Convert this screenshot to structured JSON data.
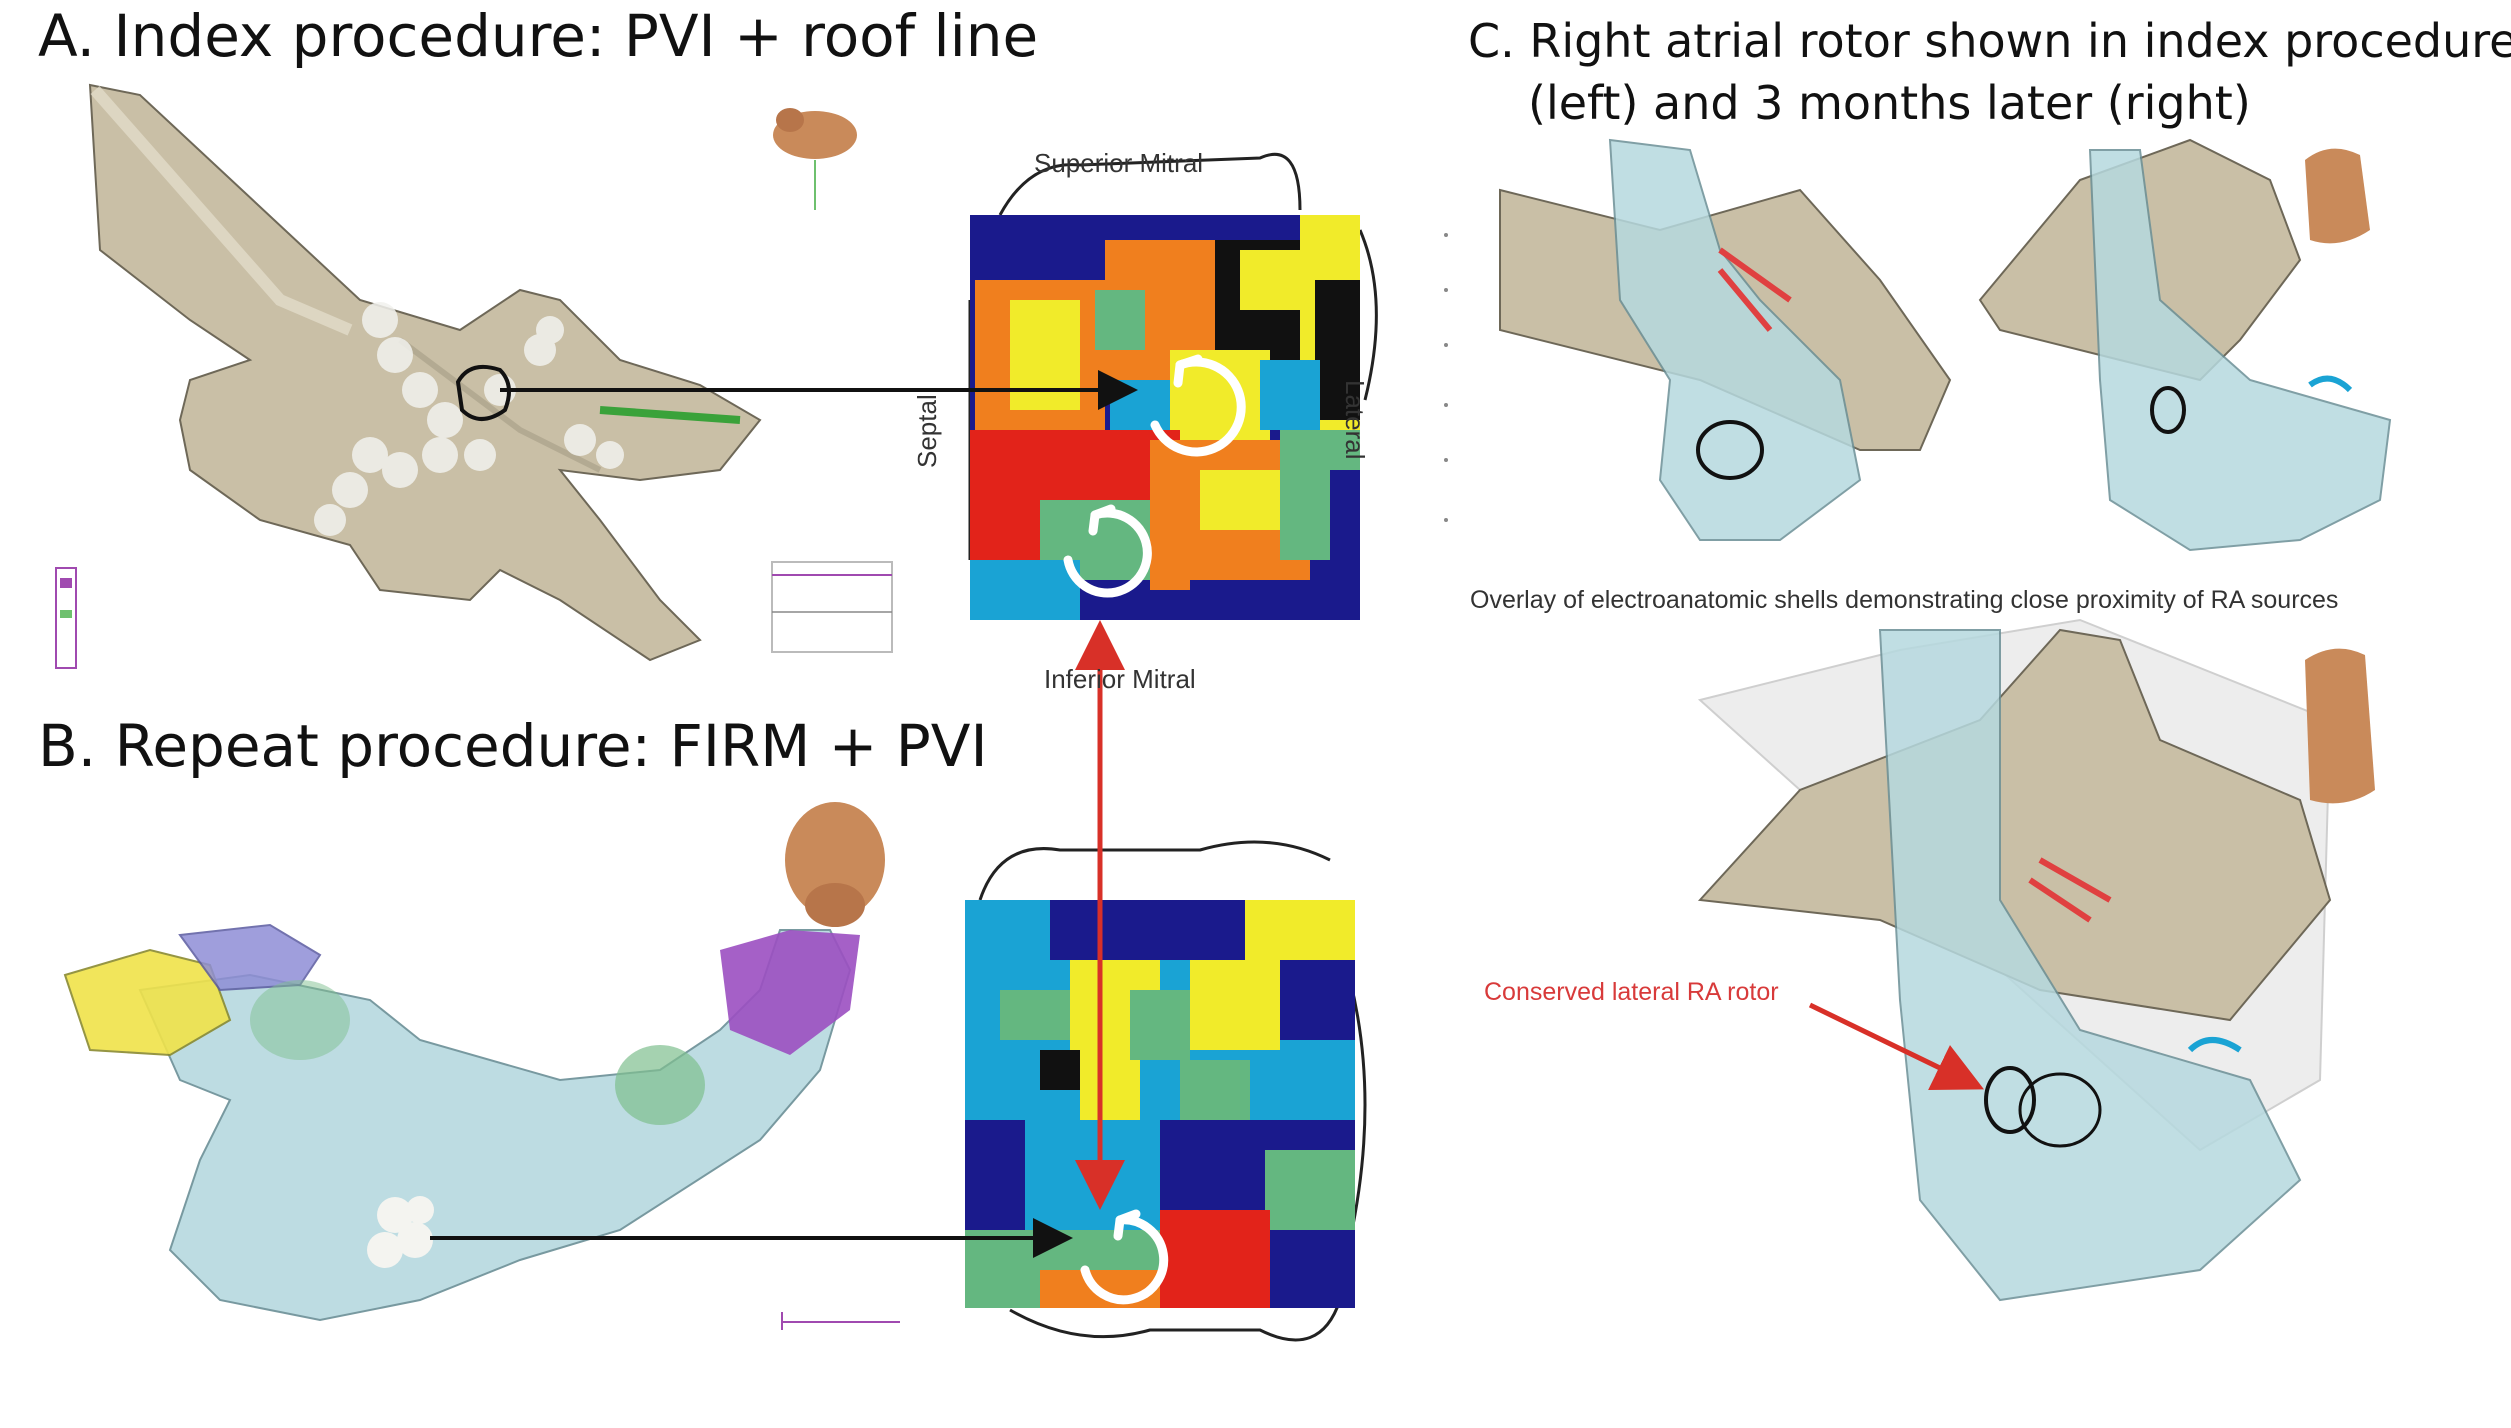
{
  "panels": {
    "a": {
      "title": "A. Index procedure: PVI + roof line"
    },
    "b": {
      "title": "B. Repeat procedure: FIRM + PVI"
    },
    "c": {
      "title_line1": "C. Right atrial rotor shown in index procedure",
      "title_line2": "(left) and 3 months later (right)",
      "overlay_caption": "Overlay of electroanatomic shells demonstrating close proximity of RA sources",
      "rotor_caption": "Conserved lateral RA rotor"
    }
  },
  "firm_map_labels": {
    "superior": "Superior Mitral",
    "inferior": "Inferior Mitral",
    "septal": "Septal",
    "lateral": "Lateral"
  },
  "icons": [
    "rotor-rotation-icon",
    "orientation-head-icon"
  ],
  "colors": {
    "shell_tan": "#c9bfa6",
    "shell_blue": "#b6d9df",
    "arrow_black": "#111111",
    "arrow_red": "#d83028",
    "map_navy": "#1a1a8c",
    "map_orange": "#f07f1e",
    "map_yellow": "#f1eb2a",
    "map_green": "#64b780",
    "map_cyan": "#1aa3d4",
    "map_red": "#e2231a"
  }
}
